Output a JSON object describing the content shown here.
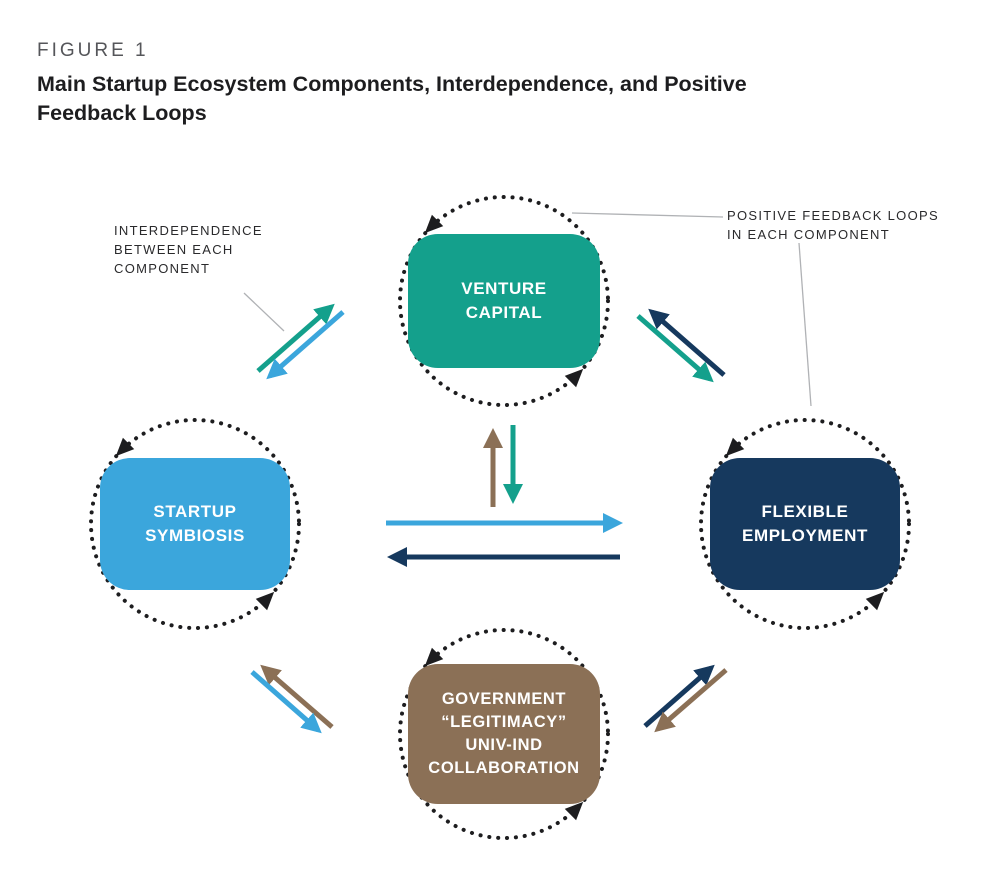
{
  "figure": {
    "label": "FIGURE 1",
    "title_lines": [
      "Main Startup Ecosystem Components, Interdependence, and Positive",
      "Feedback Loops"
    ]
  },
  "annotations": {
    "interdependence": {
      "lines": [
        "INTERDEPENDENCE",
        "BETWEEN EACH",
        "COMPONENT"
      ]
    },
    "feedback_loops": {
      "lines": [
        "POSITIVE FEEDBACK LOOPS",
        "IN EACH COMPONENT"
      ]
    }
  },
  "nodes": {
    "venture_capital": {
      "lines": [
        "VENTURE",
        "CAPITAL"
      ],
      "color": "#14A08C"
    },
    "startup_symbiosis": {
      "lines": [
        "STARTUP",
        "SYMBIOSIS"
      ],
      "color": "#3BA6DC"
    },
    "flexible_employment": {
      "lines": [
        "FLEXIBLE",
        "EMPLOYMENT"
      ],
      "color": "#16395E"
    },
    "government": {
      "lines": [
        "GOVERNMENT",
        "“LEGITIMACY”",
        "UNIV-IND",
        "COLLABORATION"
      ],
      "color": "#8B7056"
    }
  },
  "colors": {
    "teal": "#14A08C",
    "light_blue": "#3BA6DC",
    "navy": "#16395E",
    "brown": "#8B7056",
    "loop_dots": "#1D1D1F",
    "annotation_line": "#B0B2B5"
  },
  "edges": [
    {
      "from": "startup_symbiosis",
      "to": "venture_capital",
      "color": "teal"
    },
    {
      "from": "venture_capital",
      "to": "startup_symbiosis",
      "color": "light_blue"
    },
    {
      "from": "flexible_employment",
      "to": "venture_capital",
      "color": "navy"
    },
    {
      "from": "venture_capital",
      "to": "flexible_employment",
      "color": "teal"
    },
    {
      "from": "government",
      "to": "venture_capital",
      "color": "brown"
    },
    {
      "from": "venture_capital",
      "to": "government",
      "color": "teal"
    },
    {
      "from": "startup_symbiosis",
      "to": "flexible_employment",
      "color": "light_blue"
    },
    {
      "from": "flexible_employment",
      "to": "startup_symbiosis",
      "color": "navy"
    },
    {
      "from": "government",
      "to": "startup_symbiosis",
      "color": "brown"
    },
    {
      "from": "startup_symbiosis",
      "to": "government",
      "color": "light_blue"
    },
    {
      "from": "government",
      "to": "flexible_employment",
      "color": "navy"
    },
    {
      "from": "flexible_employment",
      "to": "government",
      "color": "brown"
    }
  ],
  "feedback_loop_nodes": [
    "venture_capital",
    "startup_symbiosis",
    "flexible_employment",
    "government"
  ]
}
